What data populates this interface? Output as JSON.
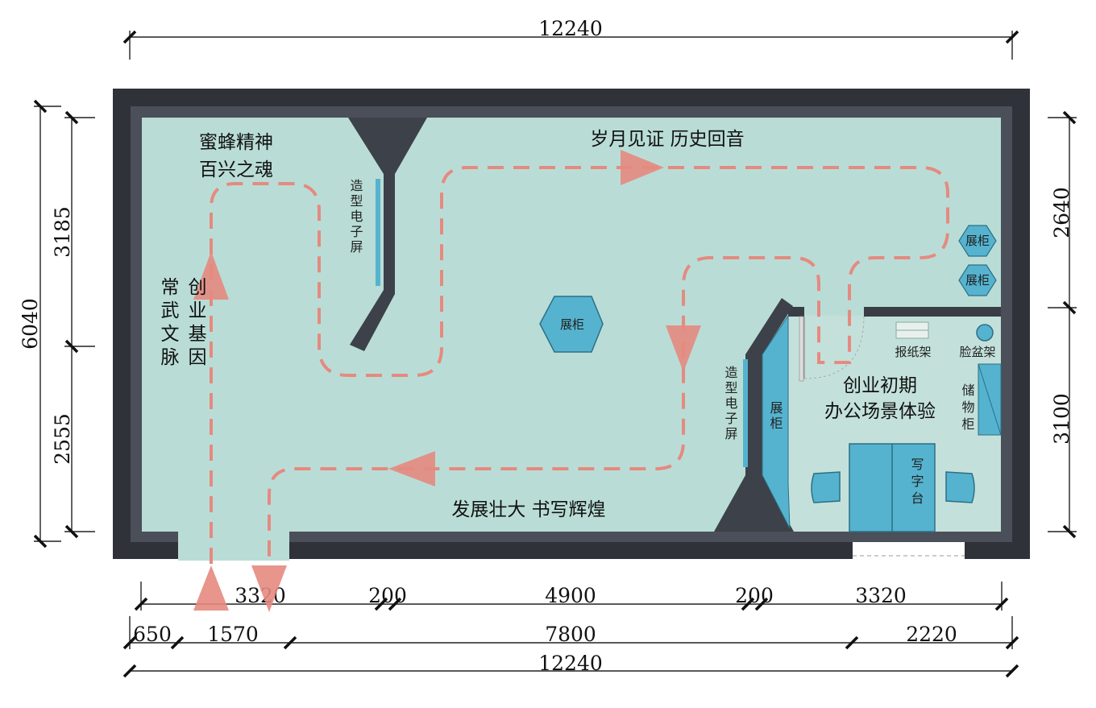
{
  "dimensions": {
    "top_total": "12240",
    "bottom_total": "12240",
    "left_total": "6040",
    "left_upper": "3185",
    "left_lower": "2555",
    "right_upper": "2640",
    "right_lower": "3100",
    "row1": [
      "3320",
      "200",
      "4900",
      "200",
      "3320"
    ],
    "row2": [
      "650",
      "1570",
      "7800",
      "2220"
    ]
  },
  "zones": {
    "bee_spirit": [
      "蜜蜂精神",
      "百兴之魂"
    ],
    "years_witness": "岁月见证  历史回音",
    "development": "发展壮大  书写辉煌",
    "startup_office": [
      "创业初期",
      "办公场景体验"
    ],
    "wuwen_col1": "常武文脉",
    "wuwen_col2": "创业基因"
  },
  "labels": {
    "screen1": "造型电子屏",
    "screen2": "造型电子屏",
    "cabinet_center": "展柜",
    "cabinet_right1": "展柜",
    "cabinet_right2": "展柜",
    "cabinet_office": "展柜",
    "newspaper_rack": "报纸架",
    "basin_rack": "脸盆架",
    "storage_cabinet": "储物柜",
    "desk": "写字台"
  },
  "colors": {
    "wall": "#3a3d45",
    "floor": "#b9ddd6",
    "office_floor": "#c3e1da",
    "cabinet": "#55b3cf",
    "path": "#e58a80"
  }
}
